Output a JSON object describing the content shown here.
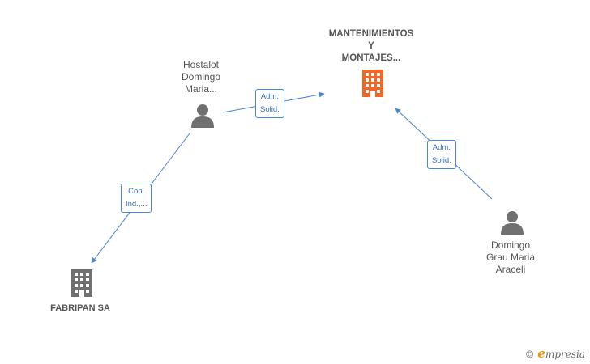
{
  "nodes": {
    "main_company": {
      "label": "MANTENIMIENTOS\nY\nMONTAJES...",
      "type": "company",
      "color": "#f26522"
    },
    "fabripan": {
      "label": "FABRIPAN SA",
      "type": "company",
      "color": "#707070"
    },
    "hostalot": {
      "label": "Hostalot\nDomingo\nMaria...",
      "type": "person",
      "color": "#707070"
    },
    "domingo": {
      "label": "Domingo\nGrau Maria\nAraceli",
      "type": "person",
      "color": "#707070"
    }
  },
  "edges": {
    "hostalot_to_main": {
      "label": "Adm.\nSolid."
    },
    "domingo_to_main": {
      "label": "Adm.\nSolid."
    },
    "hostalot_to_fabripan": {
      "label": "Con.\nInd.,..."
    }
  },
  "brand": {
    "copyright": "©",
    "name": "mpresia",
    "initial": "e"
  },
  "colors": {
    "edge": "#4a86d4",
    "accent": "#f26522"
  }
}
